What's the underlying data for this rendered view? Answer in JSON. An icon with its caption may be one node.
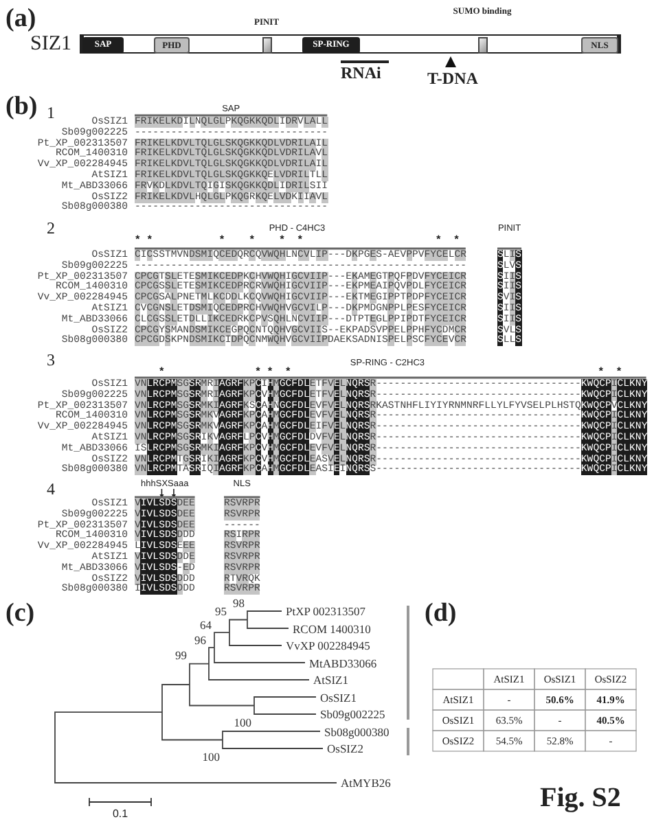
{
  "diagram": {
    "nodes": [
      {
        "text": [
          "SIZ1"
        ]
      },
      {
        "text": [
          "SAP"
        ],
        "in": 0
      },
      {
        "text": [
          "PHD"
        ],
        "in": 0
      },
      {
        "text": [
          "PINIT"
        ],
        "in": 0
      },
      {
        "text": [
          "SP-RING"
        ],
        "in": 0
      },
      {
        "text": [
          "SUMO binding"
        ],
        "in": 0
      },
      {
        "text": [
          "NLS"
        ],
        "in": 0
      }
    ],
    "labels": [
      "(a)",
      "RNAi",
      "T-DNA",
      "(b)",
      "1",
      "SAP",
      "OsSIZ1",
      "FRIKELKDILNQLGLPKQGKKQDLIDRVLALL",
      "Sb09g002225",
      "--------------------------------",
      "Pt_XP_002313507",
      "FRIKELKDVLTQLGLSKQGKKQDLVDRILAIL",
      "RCOM_1400310",
      "FRIKELKDVLTQLGLSKQGKKQDLVDRILAVL",
      "Vv_XP_002284945",
      "FRIKELKDVLTQLGLSKQGKKQDLVDRILAIL",
      "AtSIZ1",
      "FRIKELKDVLTQLGLSKQGKKQELVDRILTLL",
      "Mt_ABD33066",
      "FRVKDLKDVLTQIGISKQGKKQDLIDRILSII",
      "OsSIZ2",
      "FRIKELKDVLHQLGLPKQGRKQELVDKIIAVL",
      "Sb08g000380",
      "--------------------------------",
      "2",
      "PHD - C4HC3",
      "PINIT",
      "*",
      "*",
      "*",
      "*",
      "*",
      "*",
      "*",
      "*",
      "OsSIZ1",
      "CICSSTMVNDSMIQCEDQRCQVWQHLNCVLIP---DKPGES-AEVPPVFYCELCR",
      "SLIS",
      "Sb09g002225",
      "-------------------------------------------------------",
      "SLVS",
      "Pt_XP_002313507",
      "CPCGTSLETESMIKCEDPKCHVWQHIGCVIIP---EKAMEGTPQFPDVFYCEICR",
      "SIIS",
      "RCOM_1400310",
      "CPCGSSLETESMIKCEDPRCRVWQHIGCVIIP---EKPMEAIPQVPDLFYCEICR",
      "SIIS",
      "Vv_XP_002284945",
      "CPCGSALPNETMLKCDDLKCQVWQHIGCVIIP---EKTMEGIPPTPDPFYCEICR",
      "SVIS",
      "AtSIZ1",
      "CVCGNSLETDSMIQCEDPRCHVWQHVGCVILP---DKPMDGNPPLPESFYCEICR",
      "SIIS",
      "Mt_ABD33066",
      "CLCGSSLETDLLIKCEDRKCPVSQHLNCVIIP---DTPTEGLPPIPDTFYCEICR",
      "SIIS",
      "OsSIZ2",
      "CPCGYSMANDSMIKCEGPQCNTQQHVGCVIIS--EKPADSVPPELPPHFYCDMCR",
      "SVLS",
      "Sb08g000380",
      "CPCGDSKPNDSMIKCIDPQCNMWQHVGCVIIPDAEKSADNISPELPSCFYCEVCR",
      "SLLS",
      "3",
      "SP-RING - C2HC3",
      "*",
      "*",
      "*",
      "*",
      "*",
      "*",
      "OsSIZ1",
      "VNLRCPMSGSRMRIAGRFKPCIHMGCFDLETFVELNQRSR----------------------------------KWQCPICLKNY",
      "Sb09g002225",
      "VNLRCPMSGSRMRIAGRFKPCVHMGCFDLETFVELNQRSR----------------------------------KWQCPICLKNY",
      "Pt_XP_002313507",
      "VNLRCPMSGSRMKIAGRFKSCAHNGCFDLEVFVELNQRSRKASTNHFLIYIYRNMNRFLLYLFYVSELPLHSTQKWQCPVCLKNY",
      "RCOM_1400310",
      "VNLRCPMSGSRMKVAGRFKPCAHMGCFDLEVFVELNQRSR----------------------------------KWQCPICLKNY",
      "Vv_XP_002284945",
      "VNLRCPMSGSRMKVAGRFKPCAHMGCFDLEIFVELNQRSR----------------------------------KWQCPICLKNY",
      "AtSIZ1",
      "VNLRCPMSGSRIKVAGRFLPCVHMGCFDLDVFVELNQRSR----------------------------------KWQCPICLKNY",
      "Mt_ABD33066",
      "ISLRCPMSGSRMKIAGRFKPCVHMGCFDLEVFVELNQRSR----------------------------------KWQCPICLKNY",
      "OsSIZ2",
      "VNLRCPMTGSRIKIAGRFKPCVHMGCFDLEASVELNQRSR----------------------------------KWQCPICLKNY",
      "Sb08g000380",
      "VNLRCPMTASRIQIAGRFKPCAHMGCFDLEASIEINQRSS----------------------------------KWQCPICLKNY",
      "4",
      "hhhSXSaaa",
      "NLS",
      "OsSIZ1",
      "VIVLSDSDEE",
      "RSVRPR",
      "Sb09g002225",
      "VIVLSDSDEE",
      "RSVRPR",
      "Pt_XP_002313507",
      "VIVLSDSDEE",
      "------",
      "RCOM_1400310",
      "VIVLSDSDDD",
      "RSIRPR",
      "Vv_XP_002284945",
      "LIVLSDSEEE",
      "RSVRPR",
      "AtSIZ1",
      "VIVLSDSDDE",
      "RSVRPR",
      "Mt_ABD33066",
      "VIVLSDS-ED",
      "RSVRPR",
      "OsSIZ2",
      "VIVLSDSDDD",
      "RTVRQK",
      "Sb08g000380",
      "IIVLSDSDDD",
      "RSVRPR",
      "(c)",
      "PtXP 002313507",
      "RCOM 1400310",
      "VvXP 002284945",
      "MtABD33066",
      "AtSIZ1",
      "OsSIZ1",
      "Sb09g002225",
      "Sb08g000380",
      "OsSIZ2",
      "AtMYB26",
      "98",
      "95",
      "64",
      "96",
      "99",
      "100",
      "100",
      "0.1",
      "(d)",
      "AtSIZ1",
      "OsSIZ1",
      "OsSIZ2",
      "AtSIZ1",
      "-",
      "50.6%",
      "41.9%",
      "OsSIZ1",
      "63.5%",
      "-",
      "40.5%",
      "OsSIZ2",
      "54.5%",
      "52.8%",
      "-",
      "Fig. S2"
    ]
  }
}
